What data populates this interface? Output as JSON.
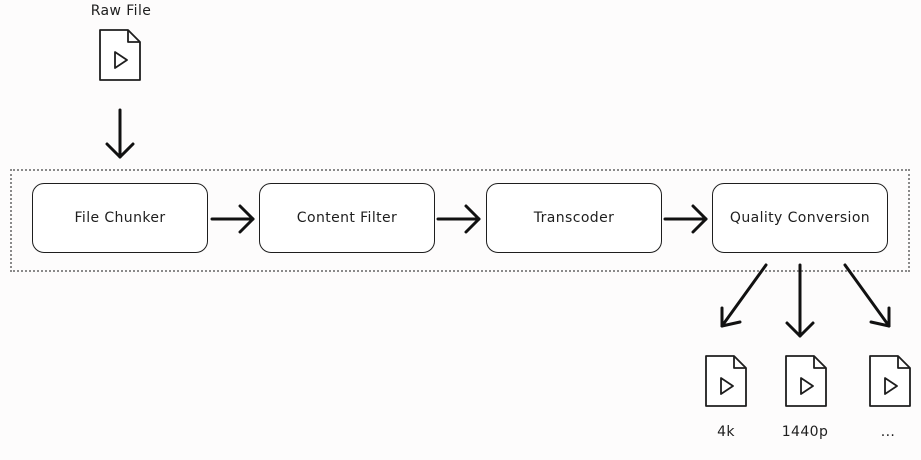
{
  "input": {
    "label": "Raw File",
    "icon": "video-file-icon"
  },
  "stages": [
    {
      "label": "File Chunker"
    },
    {
      "label": "Content Filter"
    },
    {
      "label": "Transcoder"
    },
    {
      "label": "Quality Conversion"
    }
  ],
  "outputs": [
    {
      "label": "4k",
      "icon": "video-file-icon"
    },
    {
      "label": "1440p",
      "icon": "video-file-icon"
    },
    {
      "label": "...",
      "icon": "video-file-icon"
    }
  ]
}
